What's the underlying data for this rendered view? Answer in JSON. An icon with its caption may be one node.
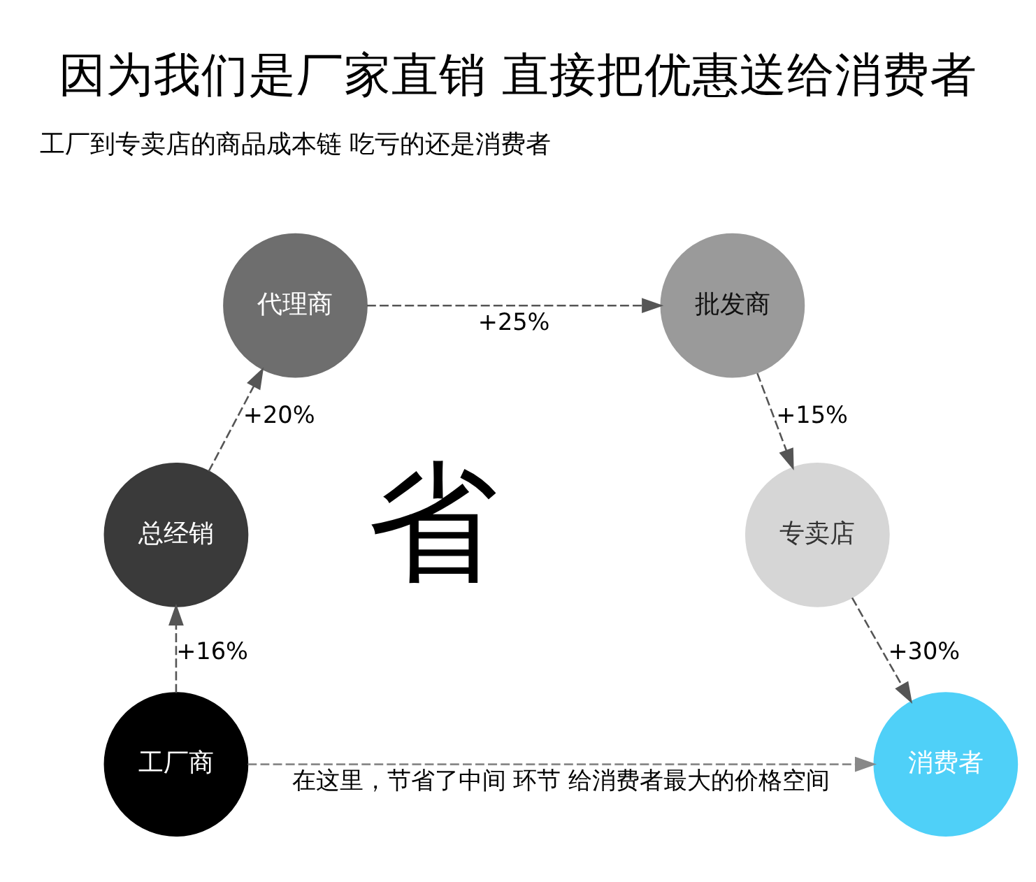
{
  "diagram": {
    "title": "因为我们是厂家直销 直接把优惠送给消费者",
    "nodes": [
      {
        "text": [
          "工厂商"
        ]
      },
      {
        "text": [
          "总经销"
        ]
      },
      {
        "text": [
          "代理商"
        ]
      },
      {
        "text": [
          "批发商"
        ]
      },
      {
        "text": [
          "专卖店"
        ]
      },
      {
        "text": [
          "消费者"
        ]
      }
    ],
    "edges": [
      {
        "from": 0,
        "to": 1,
        "arrow": "to",
        "label": "+16%",
        "style": "dashed"
      },
      {
        "from": 1,
        "to": 2,
        "arrow": "to",
        "label": "+20%",
        "style": "dashed"
      },
      {
        "from": 2,
        "to": 3,
        "arrow": "to",
        "label": "+25%",
        "style": "dashed"
      },
      {
        "from": 3,
        "to": 4,
        "arrow": "to",
        "label": "+15%",
        "style": "dashed"
      },
      {
        "from": 4,
        "to": 5,
        "arrow": "to",
        "label": "+30%",
        "style": "dashed"
      },
      {
        "from": 0,
        "to": 5,
        "arrow": "to",
        "label": "在这里，节省了中间 环节 给消费者最大的价格空间",
        "style": "dashed",
        "color": "#888888"
      }
    ],
    "labels": [
      "工厂到专卖店的商品成本链 吃亏的还是消费者",
      "省"
    ]
  }
}
